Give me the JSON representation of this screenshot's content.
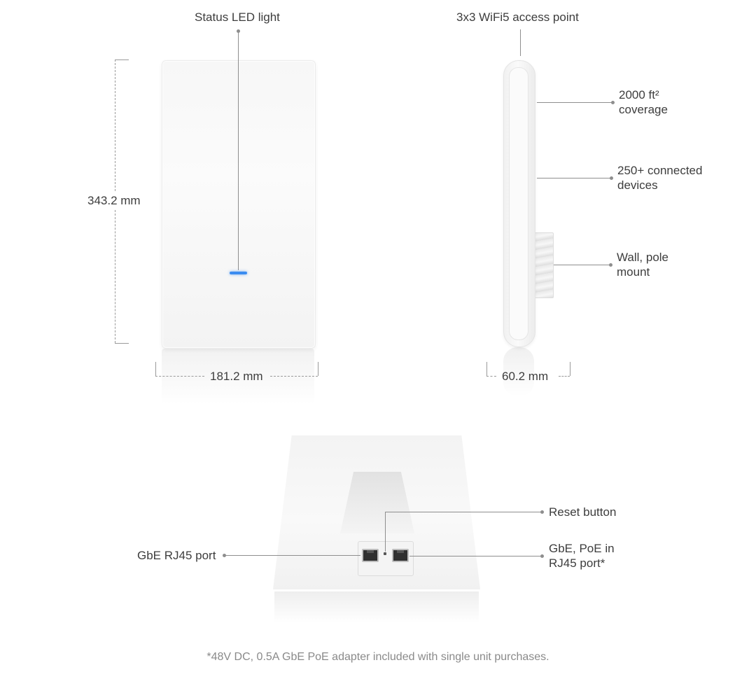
{
  "labels": {
    "status_led": "Status LED light",
    "access_point": "3x3 WiFi5 access point",
    "coverage": [
      "2000 ft²",
      "coverage"
    ],
    "devices": [
      "250+ connected",
      "devices"
    ],
    "mount": [
      "Wall, pole",
      "mount"
    ],
    "reset": "Reset button",
    "gbe_port": "GbE RJ45 port",
    "poe_port": [
      "GbE, PoE in",
      "RJ45 port*"
    ]
  },
  "dimensions": {
    "height": "343.2 mm",
    "width": "181.2 mm",
    "depth": "60.2 mm"
  },
  "footnote": "*48V DC, 0.5A GbE PoE adapter included with single unit purchases.",
  "colors": {
    "led": "#3b8cf0",
    "callout_line": "#8e8e8e",
    "text": "#3d3d3d",
    "footnote": "#8a8a8a"
  }
}
